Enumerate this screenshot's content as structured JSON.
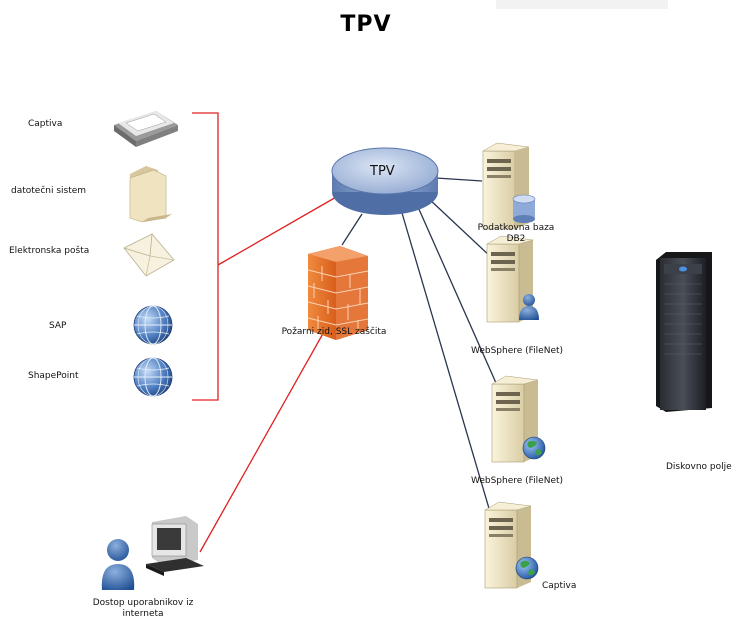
{
  "title": "TPV",
  "hub": {
    "label": "TPV"
  },
  "sources": [
    {
      "label": "Captiva",
      "icon": "scanner-icon"
    },
    {
      "label": "datotečni sistem",
      "icon": "folder-icon"
    },
    {
      "label": "Elektronska pošta",
      "icon": "envelope-icon"
    },
    {
      "label": "SAP",
      "icon": "globe-icon"
    },
    {
      "label": "ShapePoint",
      "icon": "globe-icon"
    }
  ],
  "firewall": {
    "label": "Požarni zid, SSL zaščita",
    "icon": "firewall-icon"
  },
  "servers": [
    {
      "label_line1": "Podatkovna baza",
      "label_line2": "DB2",
      "icon": "database-server-icon"
    },
    {
      "label": "WebSphere (FileNet)",
      "icon": "user-server-icon"
    },
    {
      "label": "WebSphere (FileNet)",
      "icon": "web-server-icon"
    },
    {
      "label": "Captiva",
      "icon": "web-server-icon"
    }
  ],
  "storage": {
    "label": "Diskovno polje",
    "icon": "disk-array-icon"
  },
  "client": {
    "label_line1": "Dostop uporabnikov iz",
    "label_line2": "interneta",
    "icon": "user-computer-icon"
  },
  "colors": {
    "red_link": "#e02020",
    "dark_link": "#2a3550",
    "hub_fill": "#8fa6cf",
    "firewall": "#e8702a"
  }
}
